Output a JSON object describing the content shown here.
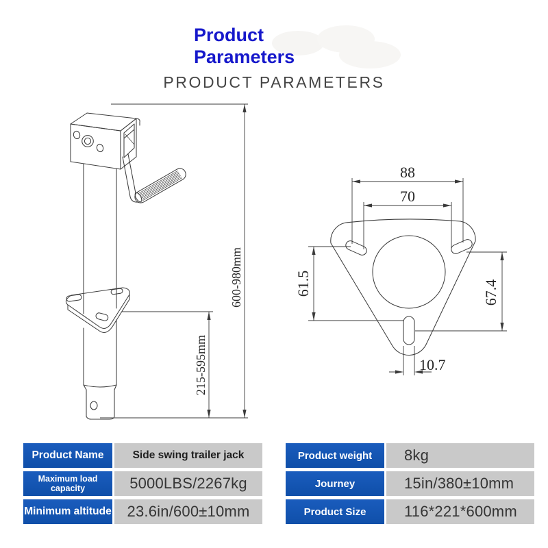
{
  "header": {
    "title": "Product Parameters",
    "subtitle": "PRODUCT PARAMETERS"
  },
  "drawings": {
    "jack": {
      "overall_height_label": "600-980mm",
      "travel_height_label": "215-595mm"
    },
    "mounting_plate": {
      "outer_hole_spacing": "88",
      "inner_hole_spacing": "70",
      "left_height": "61.5",
      "right_height": "67.4",
      "slot_width": "10.7"
    }
  },
  "spec_table": {
    "left": {
      "rows": [
        {
          "label": "Product Name",
          "value": "Side swing trailer jack"
        },
        {
          "label": "Maximum load capacity",
          "value": "5000LBS/2267kg"
        },
        {
          "label": "Minimum altitude",
          "value": "23.6in/600±10mm"
        }
      ]
    },
    "right": {
      "rows": [
        {
          "label": "Product weight",
          "value": "8kg"
        },
        {
          "label": "Journey",
          "value": "15in/380±10mm"
        },
        {
          "label": "Product Size",
          "value": "116*221*600mm"
        }
      ]
    }
  },
  "colors": {
    "title_blue": "#1618cb",
    "subtitle_gray": "#454545",
    "header_blue": "#1053ae",
    "cell_gray": "#c9c9c9",
    "line_color": "#3d3d3d"
  }
}
